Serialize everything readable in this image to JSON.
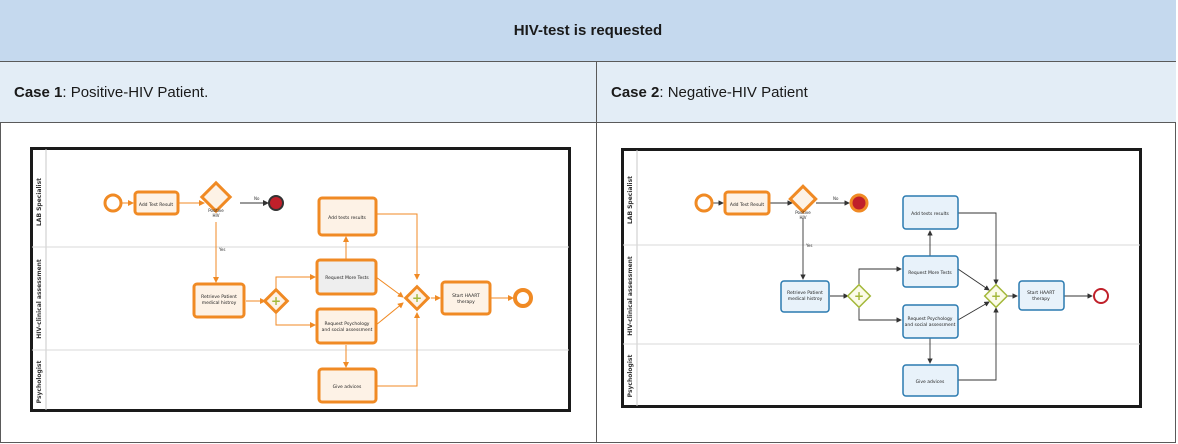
{
  "table": {
    "title": "HIV-test is requested",
    "case1": {
      "label": "Case 1",
      "text": ": Positive-HIV Patient."
    },
    "case2": {
      "label": "Case 2",
      "text": ": Negative-HIV Patient"
    }
  },
  "diagram": {
    "lanes": [
      "LAB Specialist",
      "HIV-clinical assessment",
      "Psychologist"
    ],
    "tasks": {
      "add_test_result": "Add Test Result",
      "retrieve_line1": "Retrieve Patient",
      "retrieve_line2": "medical histroy",
      "add_tests_results": "Add tests results",
      "request_more_tests": "Request More Tests",
      "request_psych_line1": "Request Psychology",
      "request_psych_line2": "and social assessment",
      "give_advices": "Give advices",
      "start_haart_line1": "Start HAART",
      "start_haart_line2": "therapy"
    },
    "gateway_label_line1": "Positive",
    "gateway_label_line2": "HIV",
    "flow_no": "No",
    "flow_yes": "Yes"
  },
  "colors": {
    "header_bg": "#c5d9ee",
    "subheader_bg": "#e3edf6",
    "case1_accent": "#f08a24",
    "case2_task": "#2a7ab0",
    "gateway_green": "#a4b83a",
    "end_event": "#c0202a"
  }
}
